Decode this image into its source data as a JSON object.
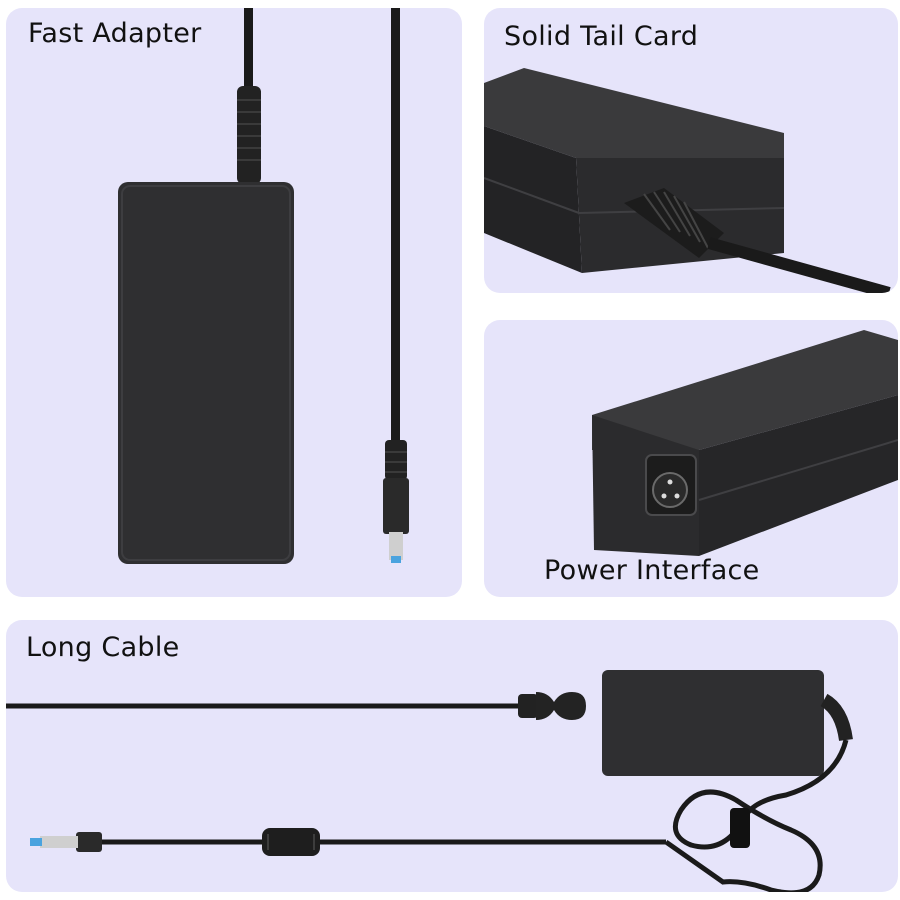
{
  "panels": {
    "fast_adapter": {
      "label": "Fast Adapter"
    },
    "solid_tail_card": {
      "label": "Solid Tail Card"
    },
    "power_interface": {
      "label": "Power Interface"
    },
    "long_cable": {
      "label": "Long Cable"
    }
  },
  "colors": {
    "panel_background": "#e6e4fa",
    "adapter_body": "#2f2f31",
    "cable": "#1a1a1a",
    "connector_tip": "#4aa3df"
  }
}
